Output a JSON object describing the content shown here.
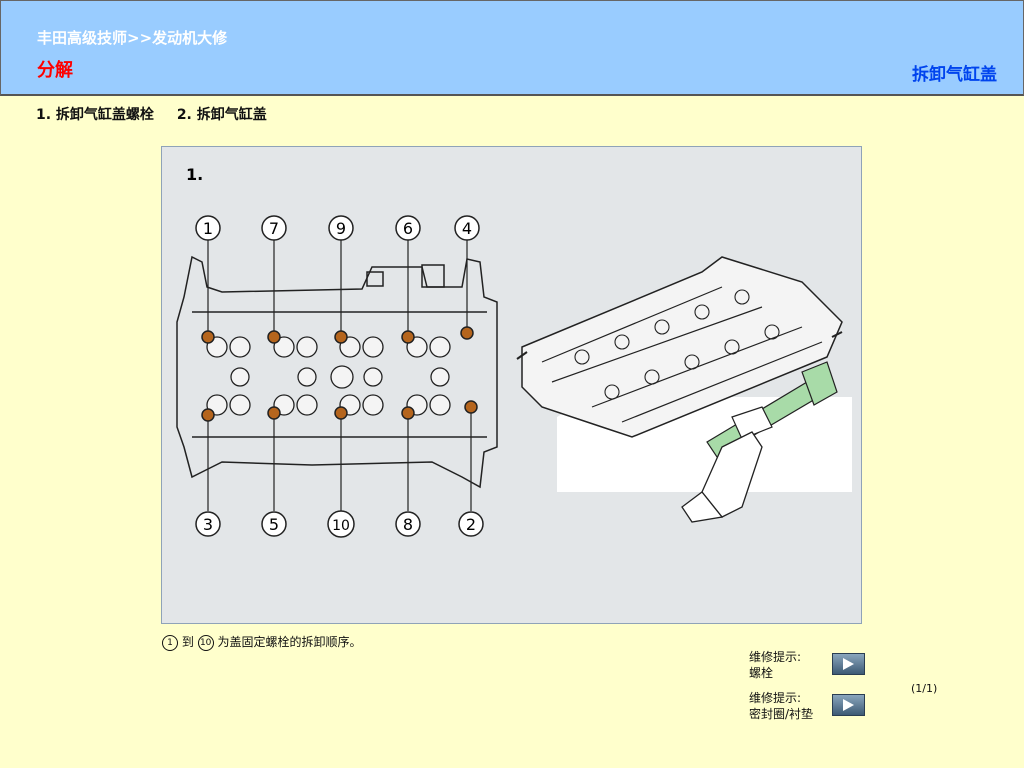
{
  "header": {
    "breadcrumb": "丰田高级技师>>发动机大修",
    "section": "分解",
    "title": "拆卸气缸盖"
  },
  "steps": [
    "1.  拆卸气缸盖螺栓",
    "2.  拆卸气缸盖"
  ],
  "figure": {
    "step_label": "1.",
    "callouts_top": [
      "1",
      "7",
      "9",
      "6",
      "4"
    ],
    "callouts_bottom": [
      "3",
      "5",
      "10",
      "8",
      "2"
    ]
  },
  "caption": {
    "from": "1",
    "to_word": "到",
    "to": "10",
    "text": "为盖固定螺栓的拆卸顺序。"
  },
  "tips": [
    {
      "line1": "维修提示:",
      "line2": "螺栓"
    },
    {
      "line1": "维修提示:",
      "line2": "密封圈/衬垫"
    }
  ],
  "page_indicator": "(1/1)",
  "colors": {
    "header_bg": "#99ccff",
    "page_bg": "#ffffcc",
    "section_red": "#ff0000",
    "title_blue": "#0044ee",
    "bolt": "#b5651d"
  }
}
